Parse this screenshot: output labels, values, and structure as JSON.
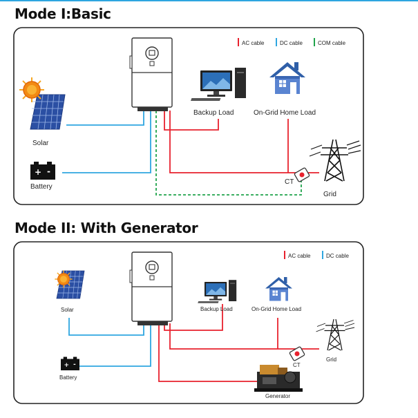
{
  "modes": [
    {
      "title": "Mode I:Basic",
      "legend": [
        "AC cable",
        "DC cable",
        "COM cable"
      ],
      "labels": {
        "solar": "Solar",
        "battery": "Battery",
        "backup_load": "Backup Load",
        "home_load": "On-Grid Home Load",
        "ct": "CT",
        "grid": "Grid"
      }
    },
    {
      "title": "Mode II: With Generator",
      "legend": [
        "AC cable",
        "DC cable"
      ],
      "labels": {
        "solar": "Solar",
        "battery": "Battery",
        "backup_load": "Backup Load",
        "home_load": "On-Grid Home Load",
        "ct": "CT",
        "grid": "Grid",
        "generator": "Generator"
      }
    }
  ],
  "colors": {
    "ac": "#e8212d",
    "dc": "#2ea6e0",
    "com": "#1fa34a",
    "house": "#2f5fa8",
    "panel": "#2b4fa3",
    "sun": "#f28a12"
  }
}
